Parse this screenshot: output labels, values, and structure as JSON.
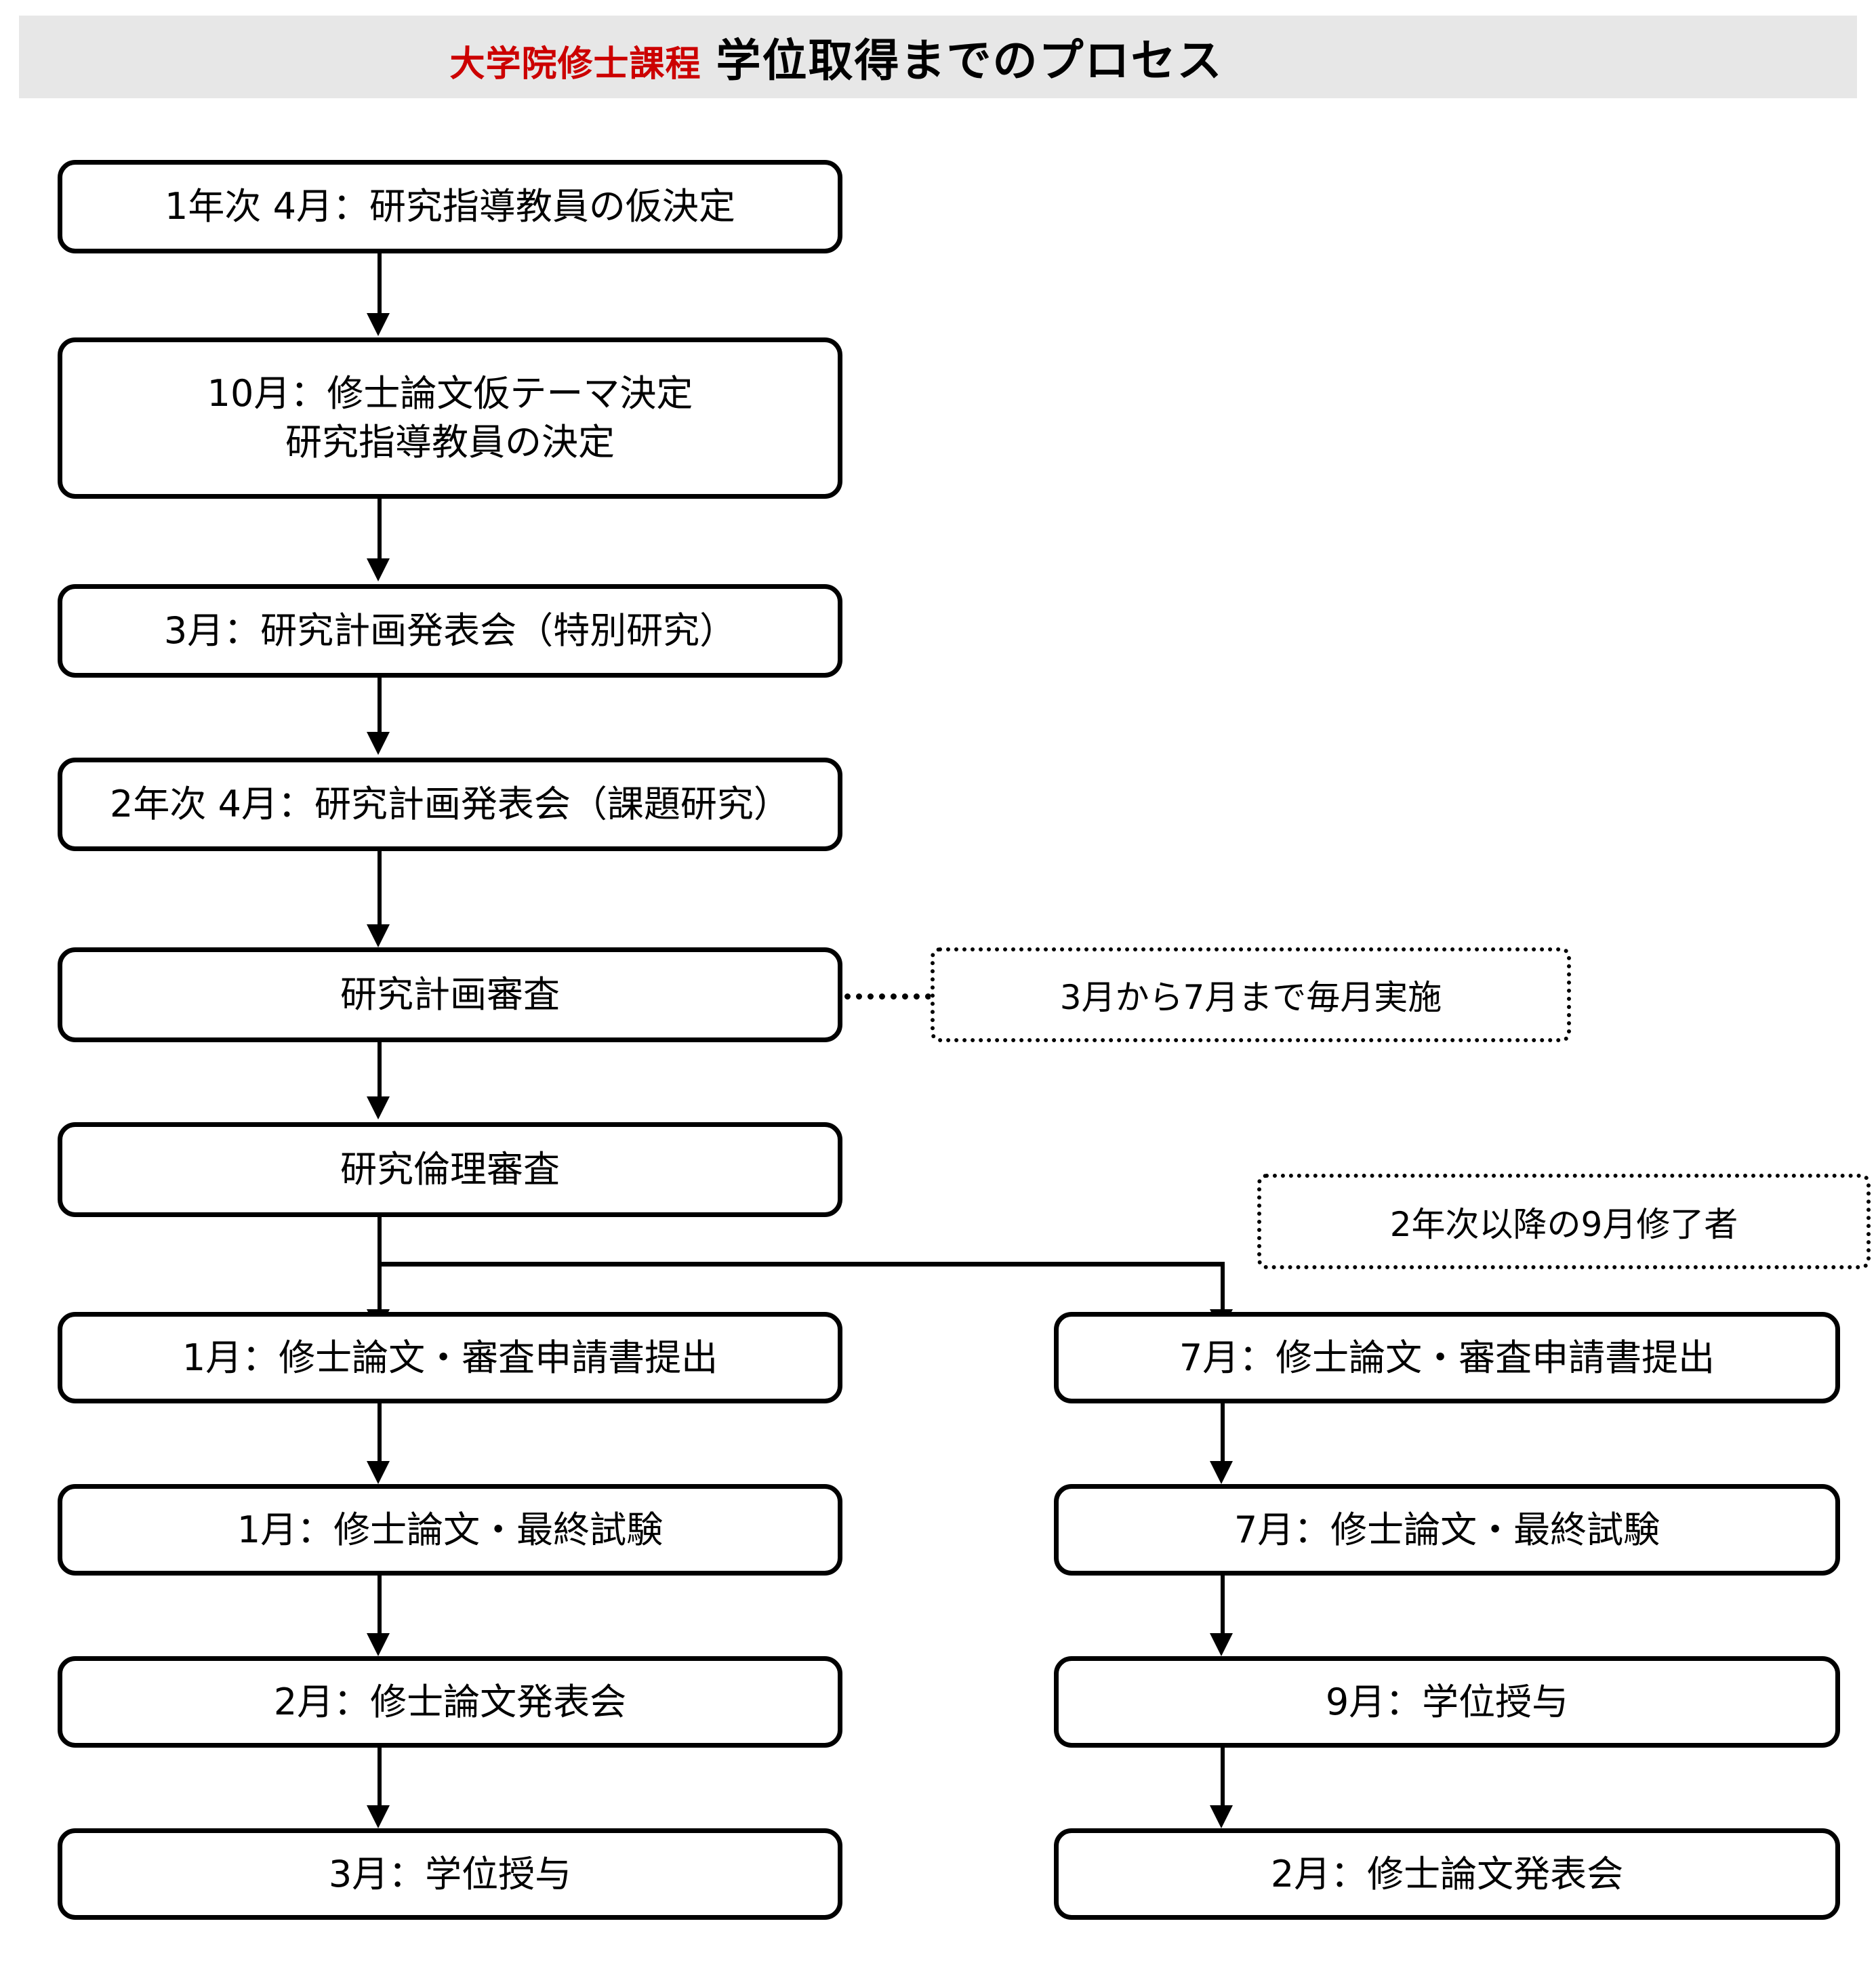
{
  "header": {
    "title_red": "大学院修士課程",
    "title_black": "学位取得までのプロセス",
    "band_color": "#e7e7e7",
    "red_color": "#cc0000"
  },
  "flow": {
    "main_nodes": [
      {
        "id": "n1",
        "line1": "1年次  4月：研究指導教員の仮決定",
        "line2": ""
      },
      {
        "id": "n2",
        "line1": "10月：修士論文仮テーマ決定",
        "line2": "研究指導教員の決定"
      },
      {
        "id": "n3",
        "line1": "3月：研究計画発表会（特別研究）",
        "line2": ""
      },
      {
        "id": "n4",
        "line1": "2年次  4月：研究計画発表会（課題研究）",
        "line2": ""
      },
      {
        "id": "n5",
        "line1": "研究計画審査",
        "line2": ""
      },
      {
        "id": "n6",
        "line1": "研究倫理審査",
        "line2": ""
      }
    ],
    "left_branch_nodes": [
      {
        "id": "l1",
        "line1": "1月：修士論文・審査申請書提出"
      },
      {
        "id": "l2",
        "line1": "1月：修士論文・最終試験"
      },
      {
        "id": "l3",
        "line1": "2月：修士論文発表会"
      },
      {
        "id": "l4",
        "line1": "3月：学位授与"
      }
    ],
    "right_branch_nodes": [
      {
        "id": "r1",
        "line1": "7月：修士論文・審査申請書提出"
      },
      {
        "id": "r2",
        "line1": "7月：修士論文・最終試験"
      },
      {
        "id": "r3",
        "line1": "9月：学位授与"
      },
      {
        "id": "r4",
        "line1": "2月：修士論文発表会"
      }
    ],
    "callouts": [
      {
        "id": "c1",
        "text": "3月から7月まで毎月実施"
      },
      {
        "id": "c2",
        "text": "2年次以降の9月修了者"
      }
    ]
  }
}
